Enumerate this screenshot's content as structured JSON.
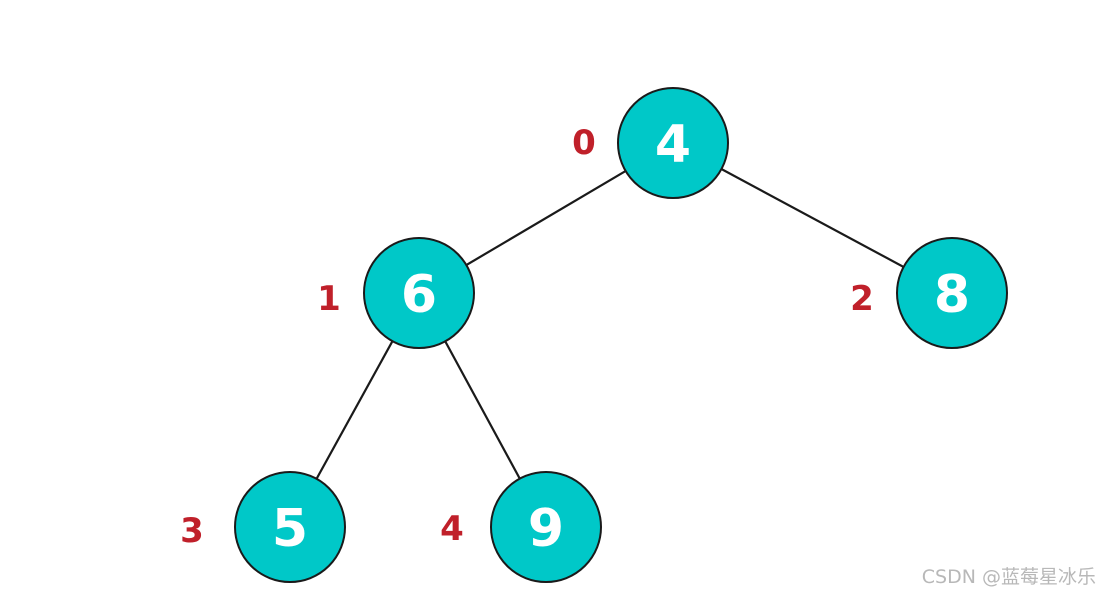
{
  "tree": {
    "nodes": [
      {
        "id": "n0",
        "value": "4",
        "index": "0"
      },
      {
        "id": "n1",
        "value": "6",
        "index": "1"
      },
      {
        "id": "n2",
        "value": "8",
        "index": "2"
      },
      {
        "id": "n3",
        "value": "5",
        "index": "3"
      },
      {
        "id": "n4",
        "value": "9",
        "index": "4"
      }
    ],
    "edges": [
      {
        "from": "n0",
        "to": "n1"
      },
      {
        "from": "n0",
        "to": "n2"
      },
      {
        "from": "n1",
        "to": "n3"
      },
      {
        "from": "n1",
        "to": "n4"
      }
    ]
  },
  "colors": {
    "node_fill": "#00c8c8",
    "node_stroke": "#1a1a1a",
    "index_label": "#c0202a",
    "node_text": "#ffffff"
  },
  "watermark": "CSDN @蓝莓星冰乐"
}
